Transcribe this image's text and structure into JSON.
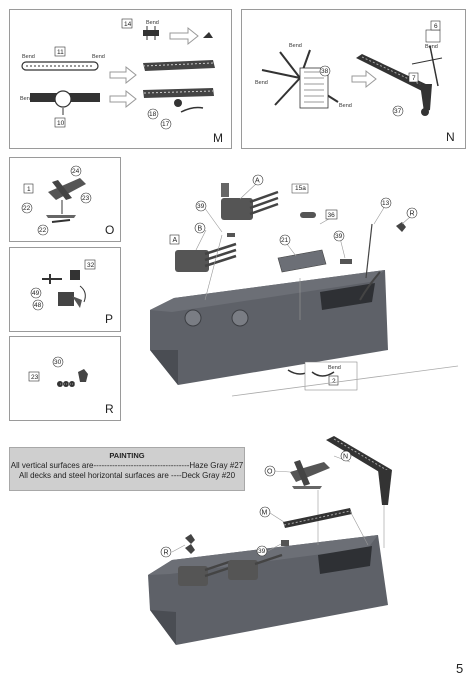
{
  "panels": {
    "M": {
      "label": "M",
      "parts": [
        "14",
        "11",
        "10",
        "18",
        "17"
      ],
      "bend": "Bend"
    },
    "N": {
      "label": "N",
      "parts": [
        "6",
        "38",
        "7",
        "37"
      ],
      "bend": "Bend"
    },
    "O": {
      "label": "O",
      "parts": [
        "24",
        "1",
        "23",
        "22",
        "22"
      ]
    },
    "P": {
      "label": "P",
      "parts": [
        "32",
        "49",
        "48"
      ]
    },
    "R": {
      "label": "R",
      "parts": [
        "30",
        "23"
      ]
    }
  },
  "main_assembly": {
    "callouts": [
      "A",
      "39",
      "15a",
      "36",
      "13",
      "R",
      "A",
      "B",
      "21",
      "39",
      "2"
    ],
    "bend": "Bend"
  },
  "painting": {
    "title": "PAINTING",
    "line1": "All vertical surfaces are------------------------------------Haze Gray #27",
    "line2": "All decks and steel horizontal surfaces are ----Deck Gray #20"
  },
  "final_assembly": {
    "callouts": [
      "N",
      "O",
      "M",
      "R",
      "39"
    ]
  },
  "page_number": "5",
  "colors": {
    "hull": "#5e6168",
    "hull_dark": "#4a4d53",
    "deck": "#6c6f76",
    "panel_border": "#9a9a9a",
    "paint_box": "#cfcfcf"
  }
}
